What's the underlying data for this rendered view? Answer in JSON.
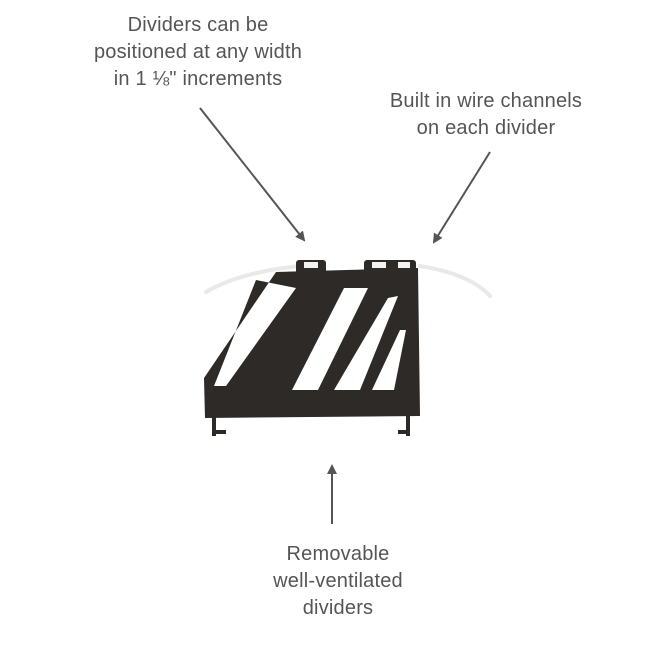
{
  "callouts": {
    "top": "Dividers can be\npositioned at any width\nin 1 ⅛\" increments",
    "right": "Built in wire channels\non each divider",
    "bottom": "Removable\nwell-ventilated\ndividers"
  },
  "colors": {
    "text": "#555555",
    "arrow": "#555555",
    "divider": "#2d2a27",
    "wire": "#efefef"
  },
  "icons": [
    "divider-illustration",
    "wire",
    "arrow"
  ]
}
